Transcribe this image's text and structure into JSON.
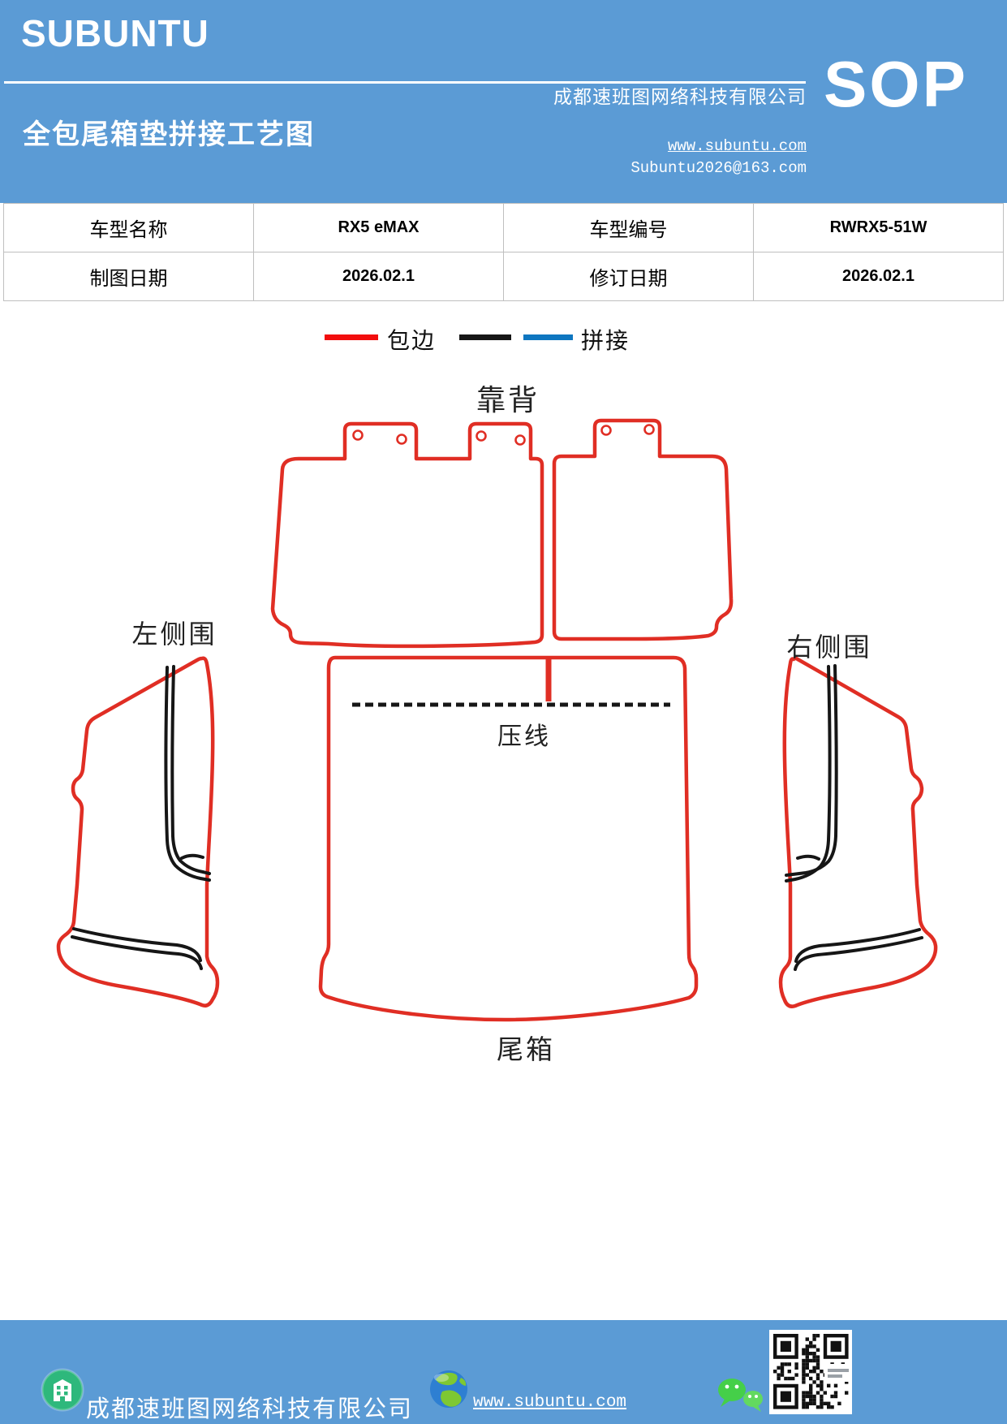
{
  "header": {
    "brand": "SUBUNTU",
    "title": "全包尾箱垫拼接工艺图",
    "company": "成都速班图网络科技有限公司",
    "website": "www.subuntu.com",
    "email": "Subuntu2026@163.com",
    "sop": "SOP"
  },
  "info_table": {
    "rows": [
      {
        "label1": "车型名称",
        "value1": "RX5 eMAX",
        "label2": "车型编号",
        "value2": "RWRX5-51W"
      },
      {
        "label1": "制图日期",
        "value1": "2026.02.1",
        "label2": "修订日期",
        "value2": "2026.02.1"
      }
    ]
  },
  "legend": {
    "binding_label": "包边",
    "stitch_label": "拼接"
  },
  "diagram": {
    "labels": {
      "backrest": "靠背",
      "left_side": "左侧围",
      "right_side": "右侧围",
      "press_line": "压线",
      "trunk": "尾箱"
    }
  },
  "footer": {
    "company": "成都速班图网络科技有限公司",
    "website": "www.subuntu.com"
  },
  "colors": {
    "header_blue": "#5b9bd5",
    "outline_red": "#e02e24",
    "legend_red": "#f20d0d",
    "stitch_black": "#161616",
    "legend_blue": "#0e76c0",
    "table_border": "#bfbfbf",
    "building_green": "#2eb87c",
    "wechat_green": "#45cf49",
    "globe_blue": "#2e7fd2",
    "globe_green": "#7ec832"
  }
}
